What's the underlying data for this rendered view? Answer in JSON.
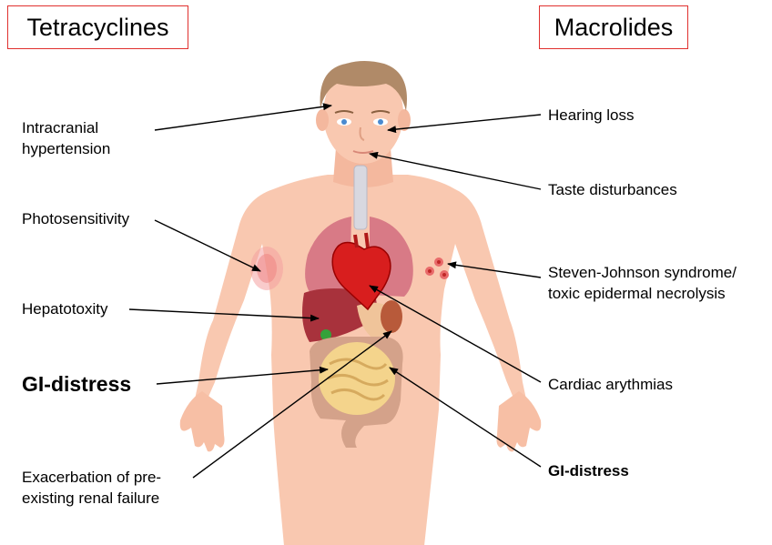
{
  "headers": {
    "left": "Tetracyclines",
    "right": "Macrolides"
  },
  "tetracyclines_effects": {
    "intracranial": [
      "Intracranial",
      "hypertension"
    ],
    "photosensitivity": "Photosensitivity",
    "hepatotoxicity": "Hepatotoxity",
    "gi_distress": "GI-distress",
    "renal": [
      "Exacerbation of pre-",
      "existing renal failure"
    ]
  },
  "macrolides_effects": {
    "hearing": "Hearing loss",
    "taste": "Taste disturbances",
    "sjs": [
      "Steven-Johnson syndrome/",
      "toxic epidermal necrolysis"
    ],
    "cardiac": "Cardiac arythmias",
    "gi_distress": "GI-distress"
  },
  "colors": {
    "header_border": "#e0302e",
    "skin": "#f9c8b0",
    "hair": "#b08a68",
    "lungs": "#d87a86",
    "heart": "#d81e1e",
    "liver": "#a8323c",
    "kidney": "#b85a3a",
    "intestine": "#f4d48c",
    "colon": "#d4a28a"
  },
  "icons": {
    "body": "human-body-icon",
    "rash": "skin-rash-icon",
    "blisters": "blister-icon"
  }
}
